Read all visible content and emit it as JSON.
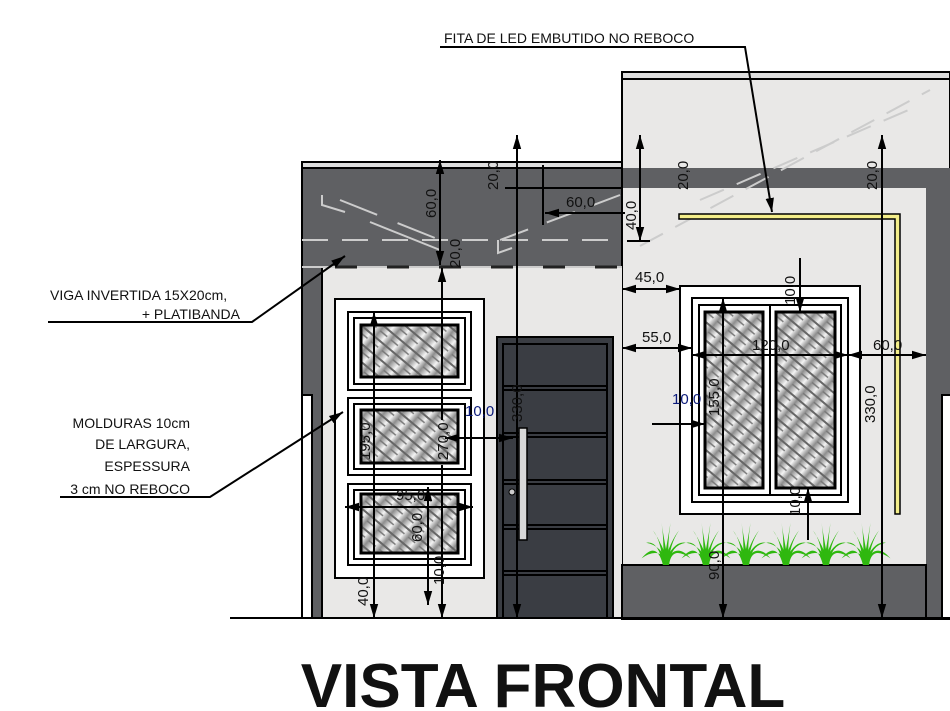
{
  "title": "VISTA FRONTAL",
  "notes": {
    "led": "FITA DE LED EMBUTIDO NO REBOCO",
    "viga_1": "VIGA INVERTIDA 15X20cm,",
    "viga_2": "+ PLATIBANDA",
    "mold_1": "MOLDURAS 10cm",
    "mold_2": "DE LARGURA,",
    "mold_3": "ESPESSURA",
    "mold_4": "3 cm NO REBOCO"
  },
  "dims": {
    "beam_height": "60,0",
    "beam_top_left": "20,0",
    "beam_offset": "60,0",
    "beam_drop": "40,0",
    "beam_bottom": "20,0",
    "right_top_a": "20,0",
    "right_top_b": "20,0",
    "win_left_45": "45,0",
    "win_left_55": "55,0",
    "win_width": "120,0",
    "win_right": "60,0",
    "win_top_frame": "10,0",
    "win_side_frame": "10,0",
    "win_height": "155,0",
    "right_total_height": "330,0",
    "left_total_height": "330,0",
    "door_gap": "10,0",
    "left_window_top": "270,0",
    "left_window_height": "195,0",
    "left_window_width": "95,0",
    "left_pane_height": "60,0",
    "left_bottom_frame": "10,0",
    "left_sill": "40,0",
    "win_bottom_frame": "10,0",
    "win_sill": "90,0"
  },
  "colors": {
    "beam": "#5f6063",
    "wall": "#e9e8e7",
    "door": "#3a3d43",
    "led": "#f4ee8a",
    "plants": "#2fb80f"
  }
}
